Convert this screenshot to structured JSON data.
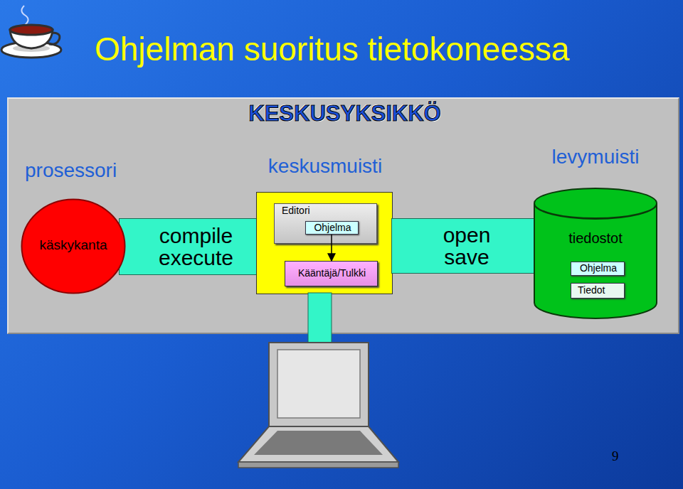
{
  "diagram": {
    "title": "Ohjelman suoritus tietokoneessa",
    "nodes": [
      {
        "text": [
          "KESKUSYKSIKKÖ"
        ]
      },
      {
        "text": [
          "prosessori",
          "käskykanta"
        ],
        "in": 0
      },
      {
        "text": [
          "compile execute"
        ],
        "in": 0
      },
      {
        "text": [
          "keskusmuisti"
        ],
        "in": 0
      },
      {
        "text": [
          "Editori"
        ],
        "in": 3
      },
      {
        "text": [
          "Ohjelma"
        ],
        "in": 4
      },
      {
        "text": [
          "Kääntäjä/Tulkki"
        ],
        "in": 3
      },
      {
        "text": [
          "open save"
        ],
        "in": 0
      },
      {
        "text": [
          "levymuisti",
          "tiedostot"
        ],
        "in": 0
      },
      {
        "text": [
          "Ohjelma"
        ],
        "in": 8
      },
      {
        "text": [
          "Tiedot"
        ],
        "in": 8
      }
    ],
    "edges": [
      {
        "from": 5,
        "to": 6,
        "arrow": "to"
      }
    ],
    "labels": [
      "9"
    ]
  }
}
